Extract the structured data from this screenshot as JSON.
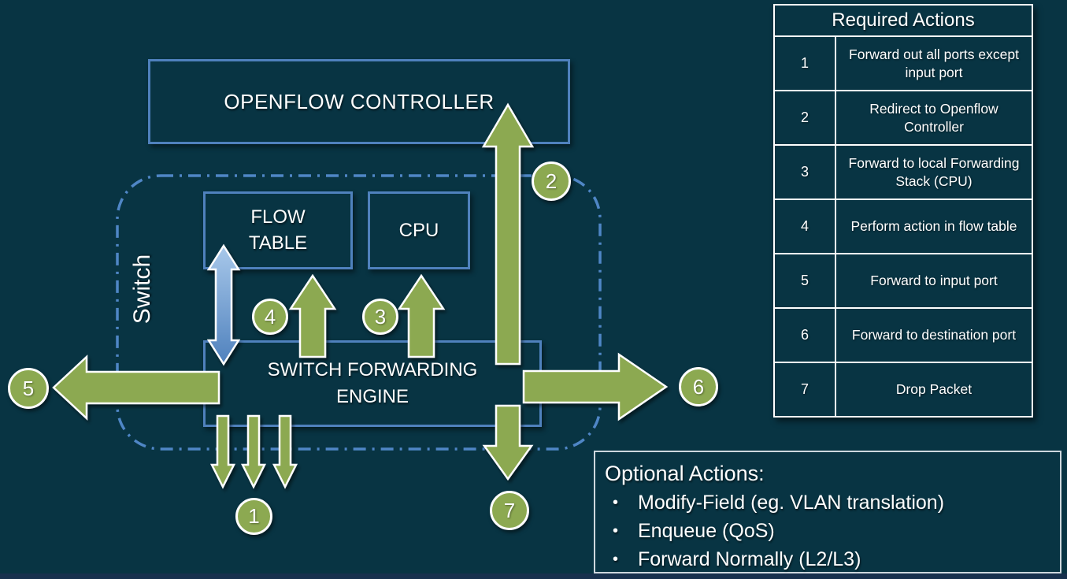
{
  "colors": {
    "background": "#083443",
    "accent_blue": "#4f81bd",
    "dash_blue": "#4f86c6",
    "arrow_green": "#8ca951",
    "blue_arrow_top": "#a8c8ea",
    "blue_arrow_bottom": "#4f81bd",
    "table_border": "#ffffff",
    "optional_border": "#cdd7dd"
  },
  "diagram": {
    "controller_label": "OPENFLOW CONTROLLER",
    "switch_label": "Switch",
    "flow_table_label": "FLOW TABLE",
    "cpu_label": "CPU",
    "engine_label": "SWITCH FORWARDING ENGINE",
    "markers": [
      "1",
      "2",
      "3",
      "4",
      "5",
      "6",
      "7"
    ]
  },
  "required_actions": {
    "title": "Required Actions",
    "rows": [
      {
        "num": "1",
        "action": "Forward out all ports except input port"
      },
      {
        "num": "2",
        "action": "Redirect to Openflow Controller"
      },
      {
        "num": "3",
        "action": "Forward to local Forwarding Stack (CPU)"
      },
      {
        "num": "4",
        "action": "Perform action in flow table"
      },
      {
        "num": "5",
        "action": "Forward to input port"
      },
      {
        "num": "6",
        "action": "Forward to destination port"
      },
      {
        "num": "7",
        "action": "Drop Packet"
      }
    ]
  },
  "optional_actions": {
    "title": "Optional Actions:",
    "bullet": "•",
    "items": [
      "Modify-Field (eg. VLAN translation)",
      "Enqueue (QoS)",
      "Forward Normally (L2/L3)"
    ]
  }
}
